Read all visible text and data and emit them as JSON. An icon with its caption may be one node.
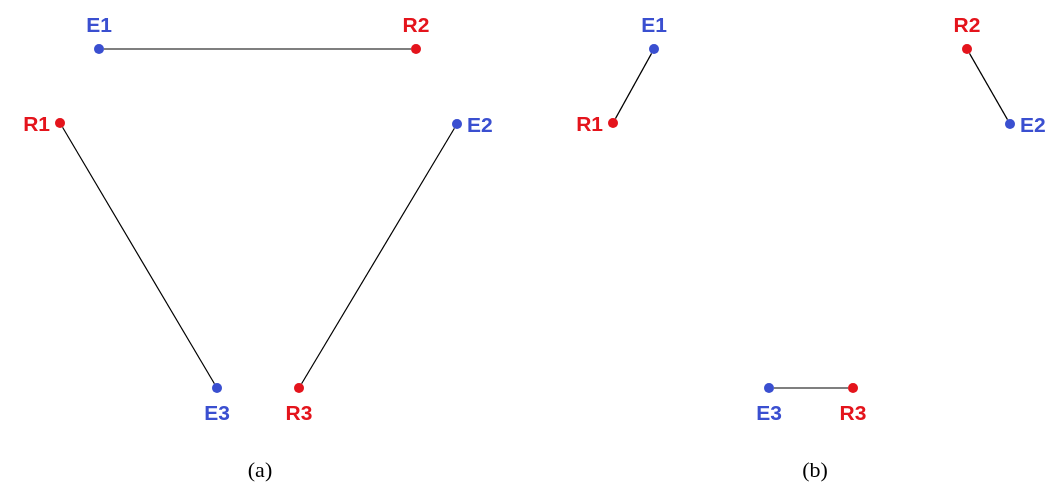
{
  "diagram": {
    "nodes": [
      {
        "text": [],
        "shape": "circle",
        "beside": [
          "E1"
        ]
      },
      {
        "text": [],
        "shape": "circle",
        "beside": [
          "R2"
        ]
      },
      {
        "text": [],
        "shape": "circle",
        "beside": [
          "R1"
        ]
      },
      {
        "text": [],
        "shape": "circle",
        "beside": [
          "E2"
        ]
      },
      {
        "text": [],
        "shape": "circle",
        "beside": [
          "E3"
        ]
      },
      {
        "text": [],
        "shape": "circle",
        "beside": [
          "R3"
        ]
      },
      {
        "text": [],
        "shape": "circle",
        "beside": [
          "E1"
        ]
      },
      {
        "text": [],
        "shape": "circle",
        "beside": [
          "R2"
        ]
      },
      {
        "text": [],
        "shape": "circle",
        "beside": [
          "R1"
        ]
      },
      {
        "text": [],
        "shape": "circle",
        "beside": [
          "E2"
        ]
      },
      {
        "text": [],
        "shape": "circle",
        "beside": [
          "E3"
        ]
      },
      {
        "text": [],
        "shape": "circle",
        "beside": [
          "R3"
        ]
      }
    ],
    "edges": [
      {
        "from": 0,
        "to": 1,
        "arrow": "none"
      },
      {
        "from": 2,
        "to": 4,
        "arrow": "none"
      },
      {
        "from": 3,
        "to": 5,
        "arrow": "none"
      },
      {
        "from": 6,
        "to": 8,
        "arrow": "none"
      },
      {
        "from": 7,
        "to": 9,
        "arrow": "none"
      },
      {
        "from": 10,
        "to": 11,
        "arrow": "none"
      }
    ],
    "labels": [
      "(a)",
      "(b)"
    ]
  }
}
